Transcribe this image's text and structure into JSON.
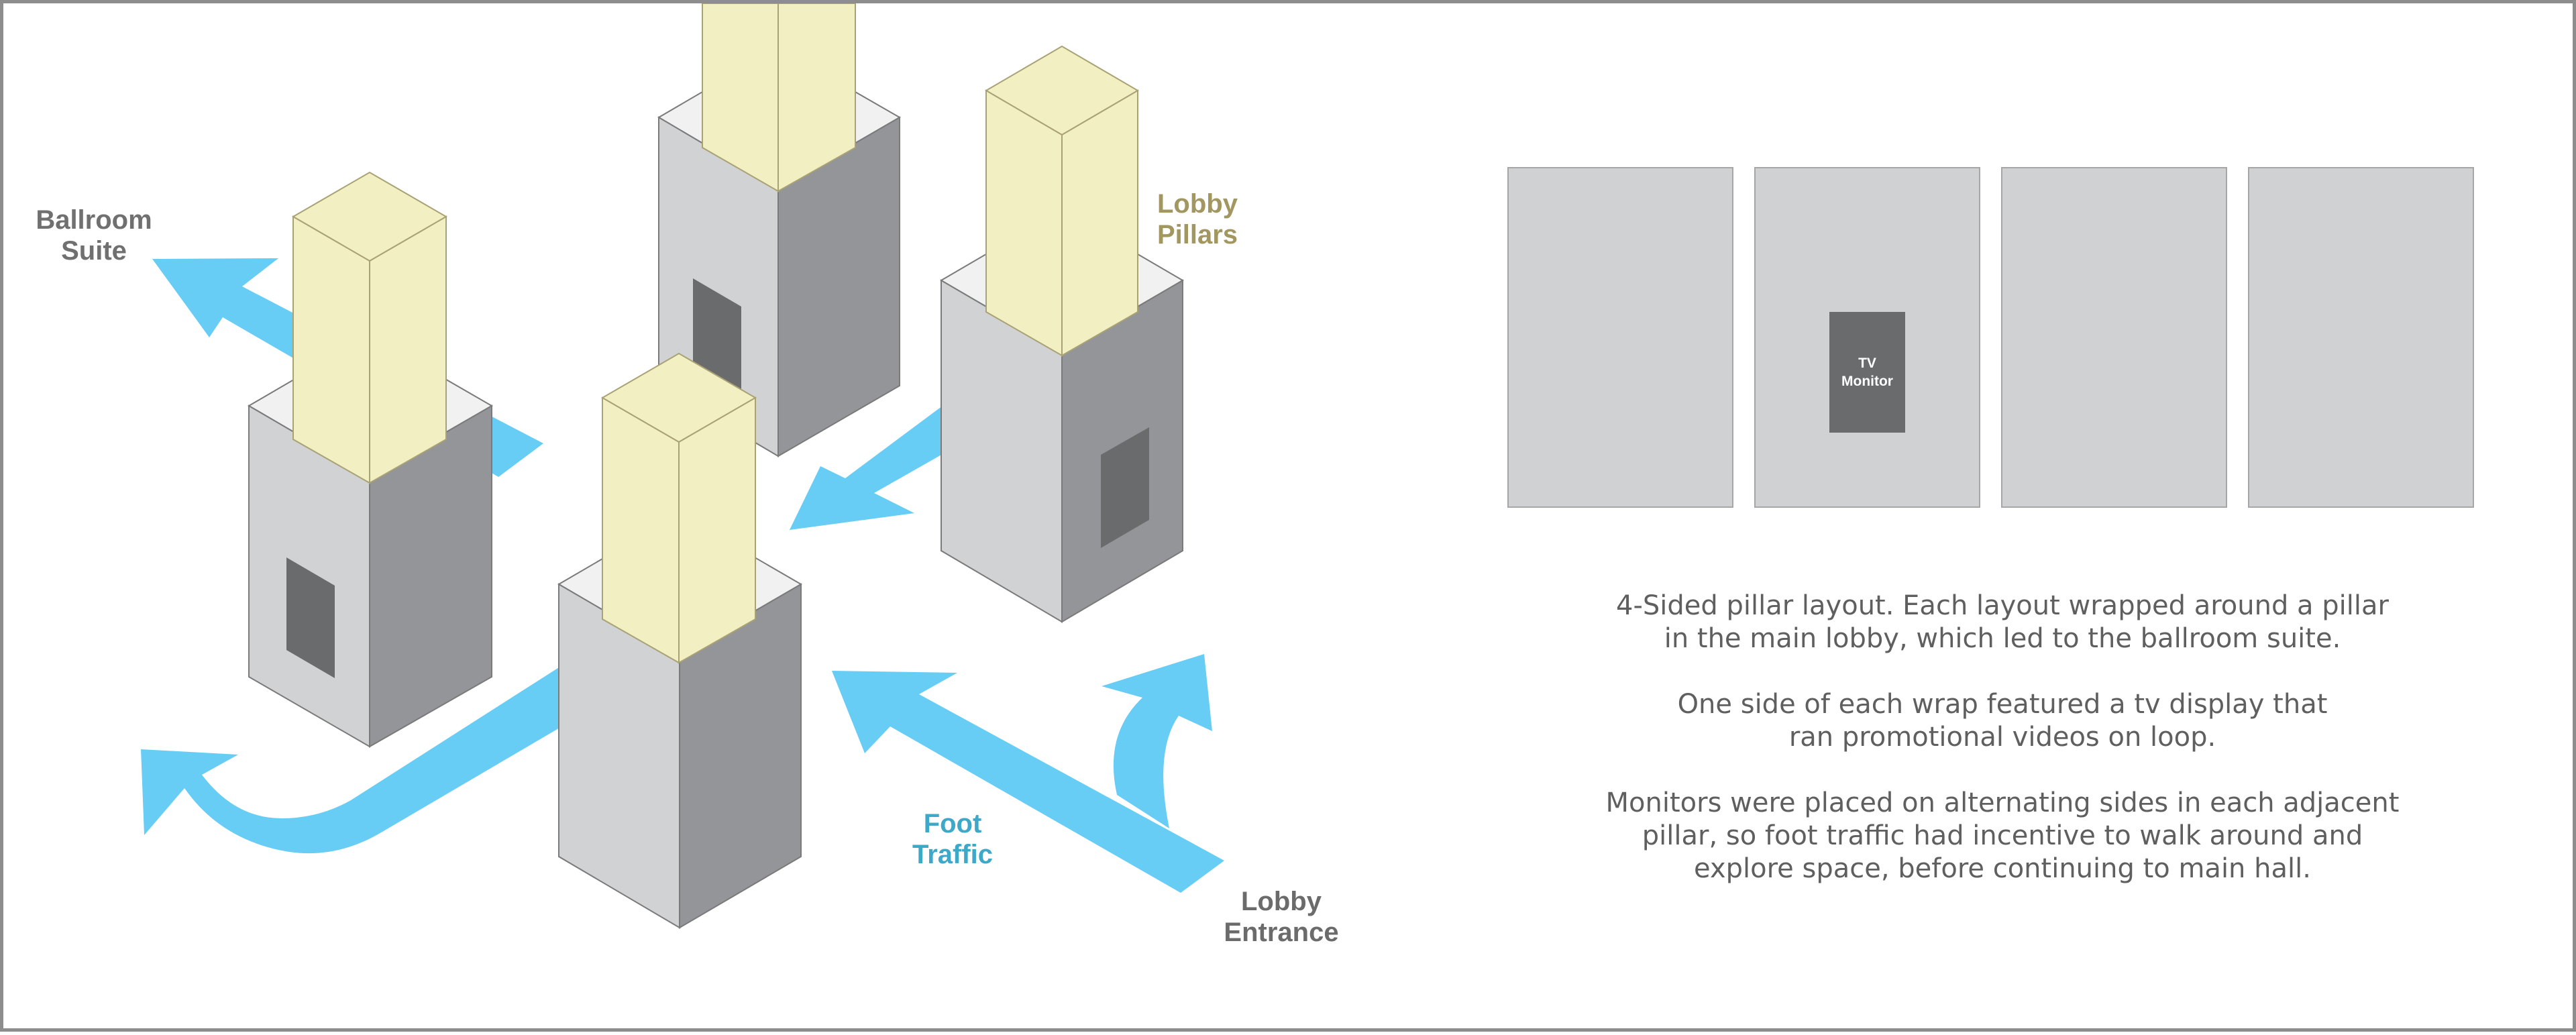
{
  "labels": {
    "ballroom": [
      "Ballroom",
      "Suite"
    ],
    "pillars": [
      "Lobby",
      "Pillars"
    ],
    "foot": [
      "Foot",
      "Traffic"
    ],
    "entrance": [
      "Lobby",
      "Entrance"
    ]
  },
  "panels": {
    "count": 4,
    "tv_label": [
      "TV",
      "Monitor"
    ]
  },
  "description": [
    [
      "4-Sided pillar layout. Each layout wrapped around a pillar",
      "in the main lobby, which led to the ballroom suite."
    ],
    [
      "One side of each wrap featured a tv display that",
      "ran promotional videos on loop."
    ],
    [
      "Monitors were placed on alternating sides in each adjacent",
      "pillar, so foot traffic had incentive to walk around and",
      "explore space, before continuing to main hall."
    ]
  ],
  "colors": {
    "arrow": "#68cdf5",
    "pillar_top": "#f2efc2",
    "pillar_edge": "#a8a275",
    "base_left": "#d1d2d4",
    "base_right": "#939598",
    "base_top": "#f1f1f1",
    "screen": "#6a6b6d",
    "panel": "#d0d1d3"
  }
}
